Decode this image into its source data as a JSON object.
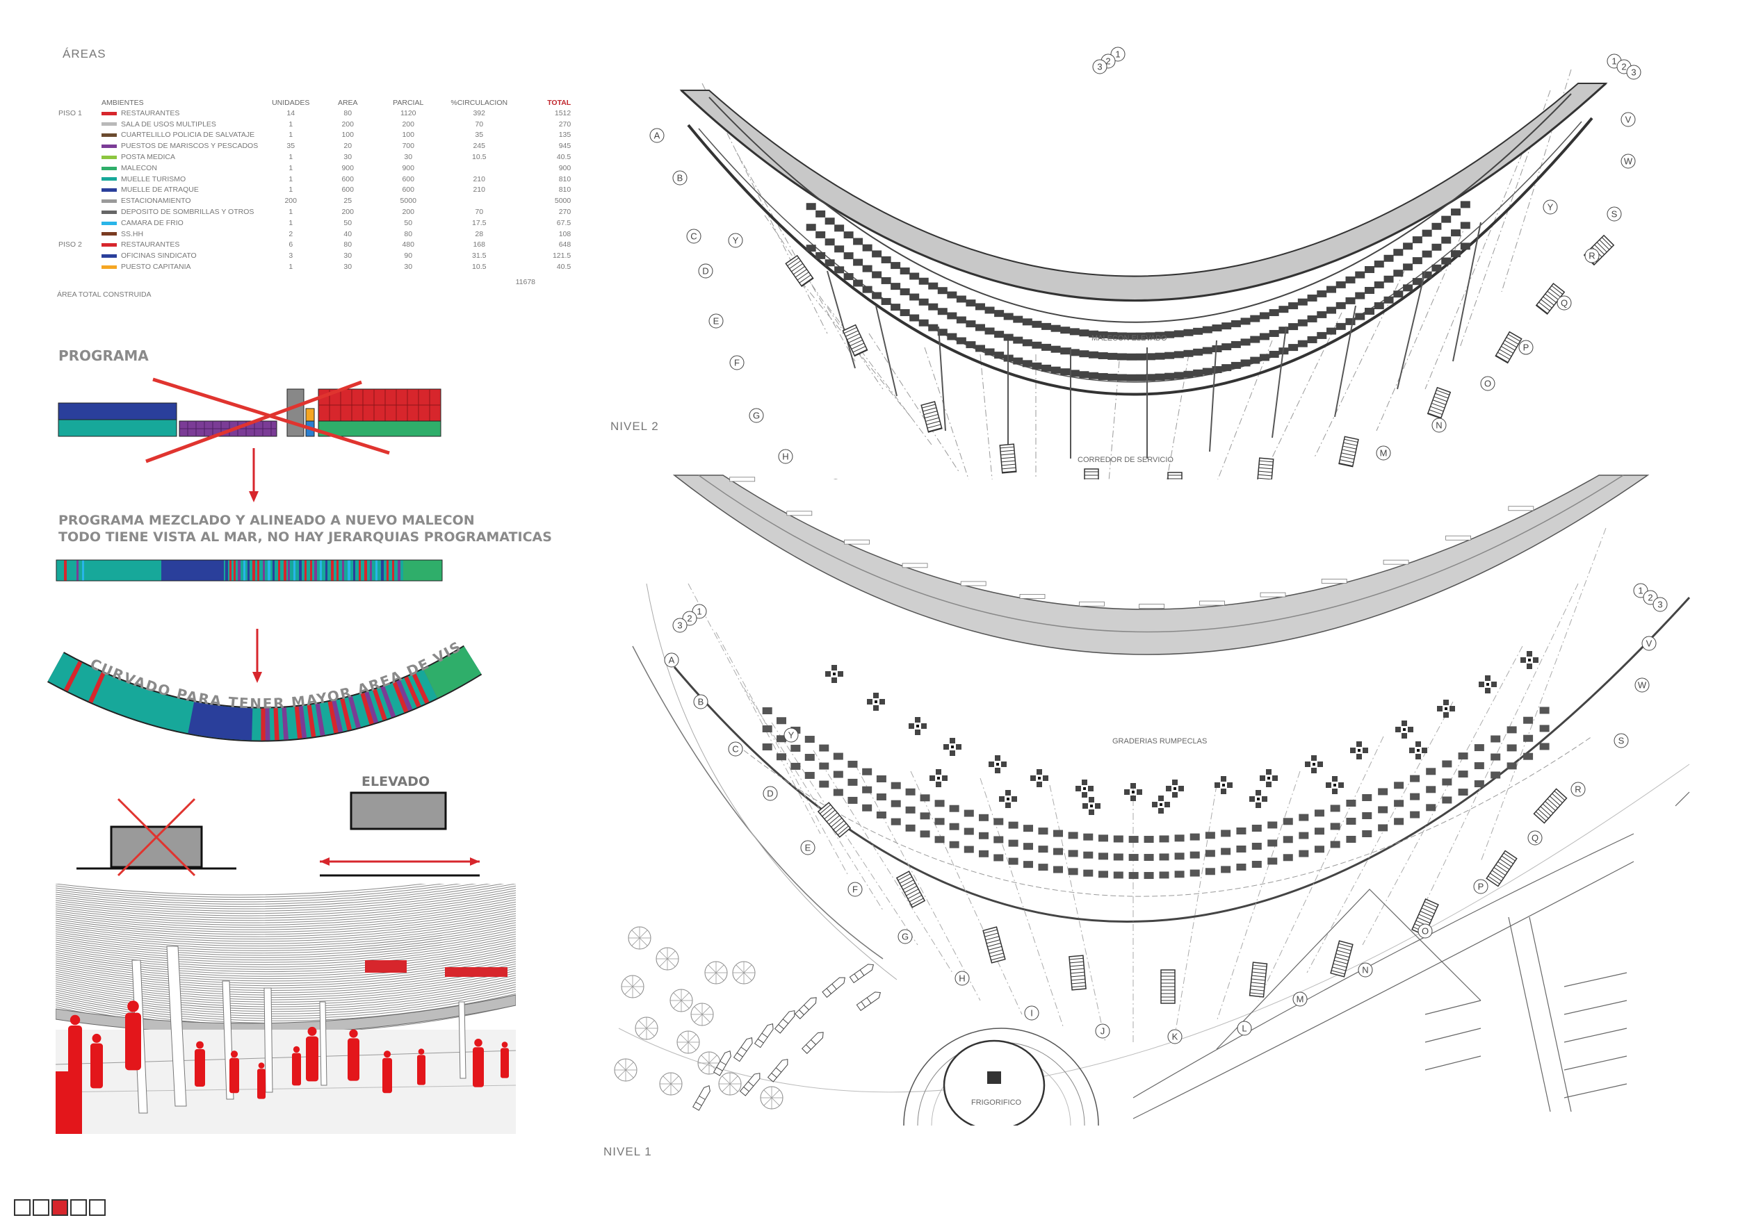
{
  "areas": {
    "title": "ÁREAS",
    "headers": [
      "AMBIENTES",
      "UNIDADES",
      "AREA",
      "PARCIAL",
      "%CIRCULACION",
      "TOTAL"
    ],
    "rows": [
      {
        "floor": "PISO 1",
        "color": "#d7262c",
        "name": "RESTAURANTES",
        "units": "14",
        "area": "80",
        "partial": "1120",
        "circ": "392",
        "total": "1512"
      },
      {
        "floor": "",
        "color": "#b9b9b9",
        "name": "SALA DE USOS MULTIPLES",
        "units": "1",
        "area": "200",
        "partial": "200",
        "circ": "70",
        "total": "270"
      },
      {
        "floor": "",
        "color": "#6b4b2f",
        "name": "CUARTELILLO POLICIA DE SALVATAJE",
        "units": "1",
        "area": "100",
        "partial": "100",
        "circ": "35",
        "total": "135"
      },
      {
        "floor": "",
        "color": "#7b3c96",
        "name": "PUESTOS DE MARISCOS Y PESCADOS",
        "units": "35",
        "area": "20",
        "partial": "700",
        "circ": "245",
        "total": "945"
      },
      {
        "floor": "",
        "color": "#8cc63f",
        "name": "POSTA MEDICA",
        "units": "1",
        "area": "30",
        "partial": "30",
        "circ": "10.5",
        "total": "40.5"
      },
      {
        "floor": "",
        "color": "#2fae6a",
        "name": "MALECON",
        "units": "1",
        "area": "900",
        "partial": "900",
        "circ": "",
        "total": "900"
      },
      {
        "floor": "",
        "color": "#17a89a",
        "name": "MUELLE TURISMO",
        "units": "1",
        "area": "600",
        "partial": "600",
        "circ": "210",
        "total": "810"
      },
      {
        "floor": "",
        "color": "#2a3f9b",
        "name": "MUELLE DE ATRAQUE",
        "units": "1",
        "area": "600",
        "partial": "600",
        "circ": "210",
        "total": "810"
      },
      {
        "floor": "",
        "color": "#9a9a9a",
        "name": "ESTACIONAMIENTO",
        "units": "200",
        "area": "25",
        "partial": "5000",
        "circ": "",
        "total": "5000"
      },
      {
        "floor": "",
        "color": "#666666",
        "name": "DEPOSITO DE SOMBRILLAS Y OTROS",
        "units": "1",
        "area": "200",
        "partial": "200",
        "circ": "70",
        "total": "270"
      },
      {
        "floor": "",
        "color": "#29b5e8",
        "name": "CAMARA DE FRIO",
        "units": "1",
        "area": "50",
        "partial": "50",
        "circ": "17.5",
        "total": "67.5"
      },
      {
        "floor": "",
        "color": "#7a3b21",
        "name": "SS.HH",
        "units": "2",
        "area": "40",
        "partial": "80",
        "circ": "28",
        "total": "108"
      },
      {
        "floor": "PISO 2",
        "color": "#d7262c",
        "name": "RESTAURANTES",
        "units": "6",
        "area": "80",
        "partial": "480",
        "circ": "168",
        "total": "648"
      },
      {
        "floor": "",
        "color": "#2a3f9b",
        "name": "OFICINAS SINDICATO",
        "units": "3",
        "area": "30",
        "partial": "90",
        "circ": "31.5",
        "total": "121.5"
      },
      {
        "floor": "",
        "color": "#f5a623",
        "name": "PUESTO CAPITANIA",
        "units": "1",
        "area": "30",
        "partial": "30",
        "circ": "10.5",
        "total": "40.5"
      }
    ],
    "grand_total": "11678",
    "total_label": "ÁREA TOTAL CONSTRUIDA"
  },
  "programa": {
    "title": "PROGRAMA",
    "mixed_line1": "PROGRAMA MEZCLADO Y ALINEADO A NUEVO MALECON",
    "mixed_line2": "TODO TIENE VISTA AL MAR, NO HAY JERARQUIAS PROGRAMATICAS",
    "curved_text": "CURVADO PARA TENER MAYOR AREA DE VISTAS",
    "elevated": "ELEVADO"
  },
  "plans": {
    "level2": "NIVEL 2",
    "level1": "NIVEL 1",
    "malecon_elevado": "MALECON ELEVADO",
    "corredor": "CORREDOR DE SERVICIO",
    "graderias": "GRADERIAS RUMPECLAS",
    "frigorifico": "FRIGORIFICO",
    "axes_left": [
      "A",
      "B",
      "C",
      "D",
      "E",
      "F",
      "G",
      "H",
      "I",
      "J",
      "K",
      "L"
    ],
    "axes_right": [
      "V",
      "W",
      "S",
      "R",
      "Q",
      "P",
      "O",
      "N",
      "M"
    ],
    "axes_top": [
      "1",
      "2",
      "3"
    ]
  },
  "colors": {
    "red": "#d7262c",
    "teal": "#17a89a",
    "blue": "#2a3f9b",
    "green": "#2fae6a",
    "purple": "#7b3c96",
    "grey": "#9a9a9a",
    "roof": "#c8c8c8"
  }
}
